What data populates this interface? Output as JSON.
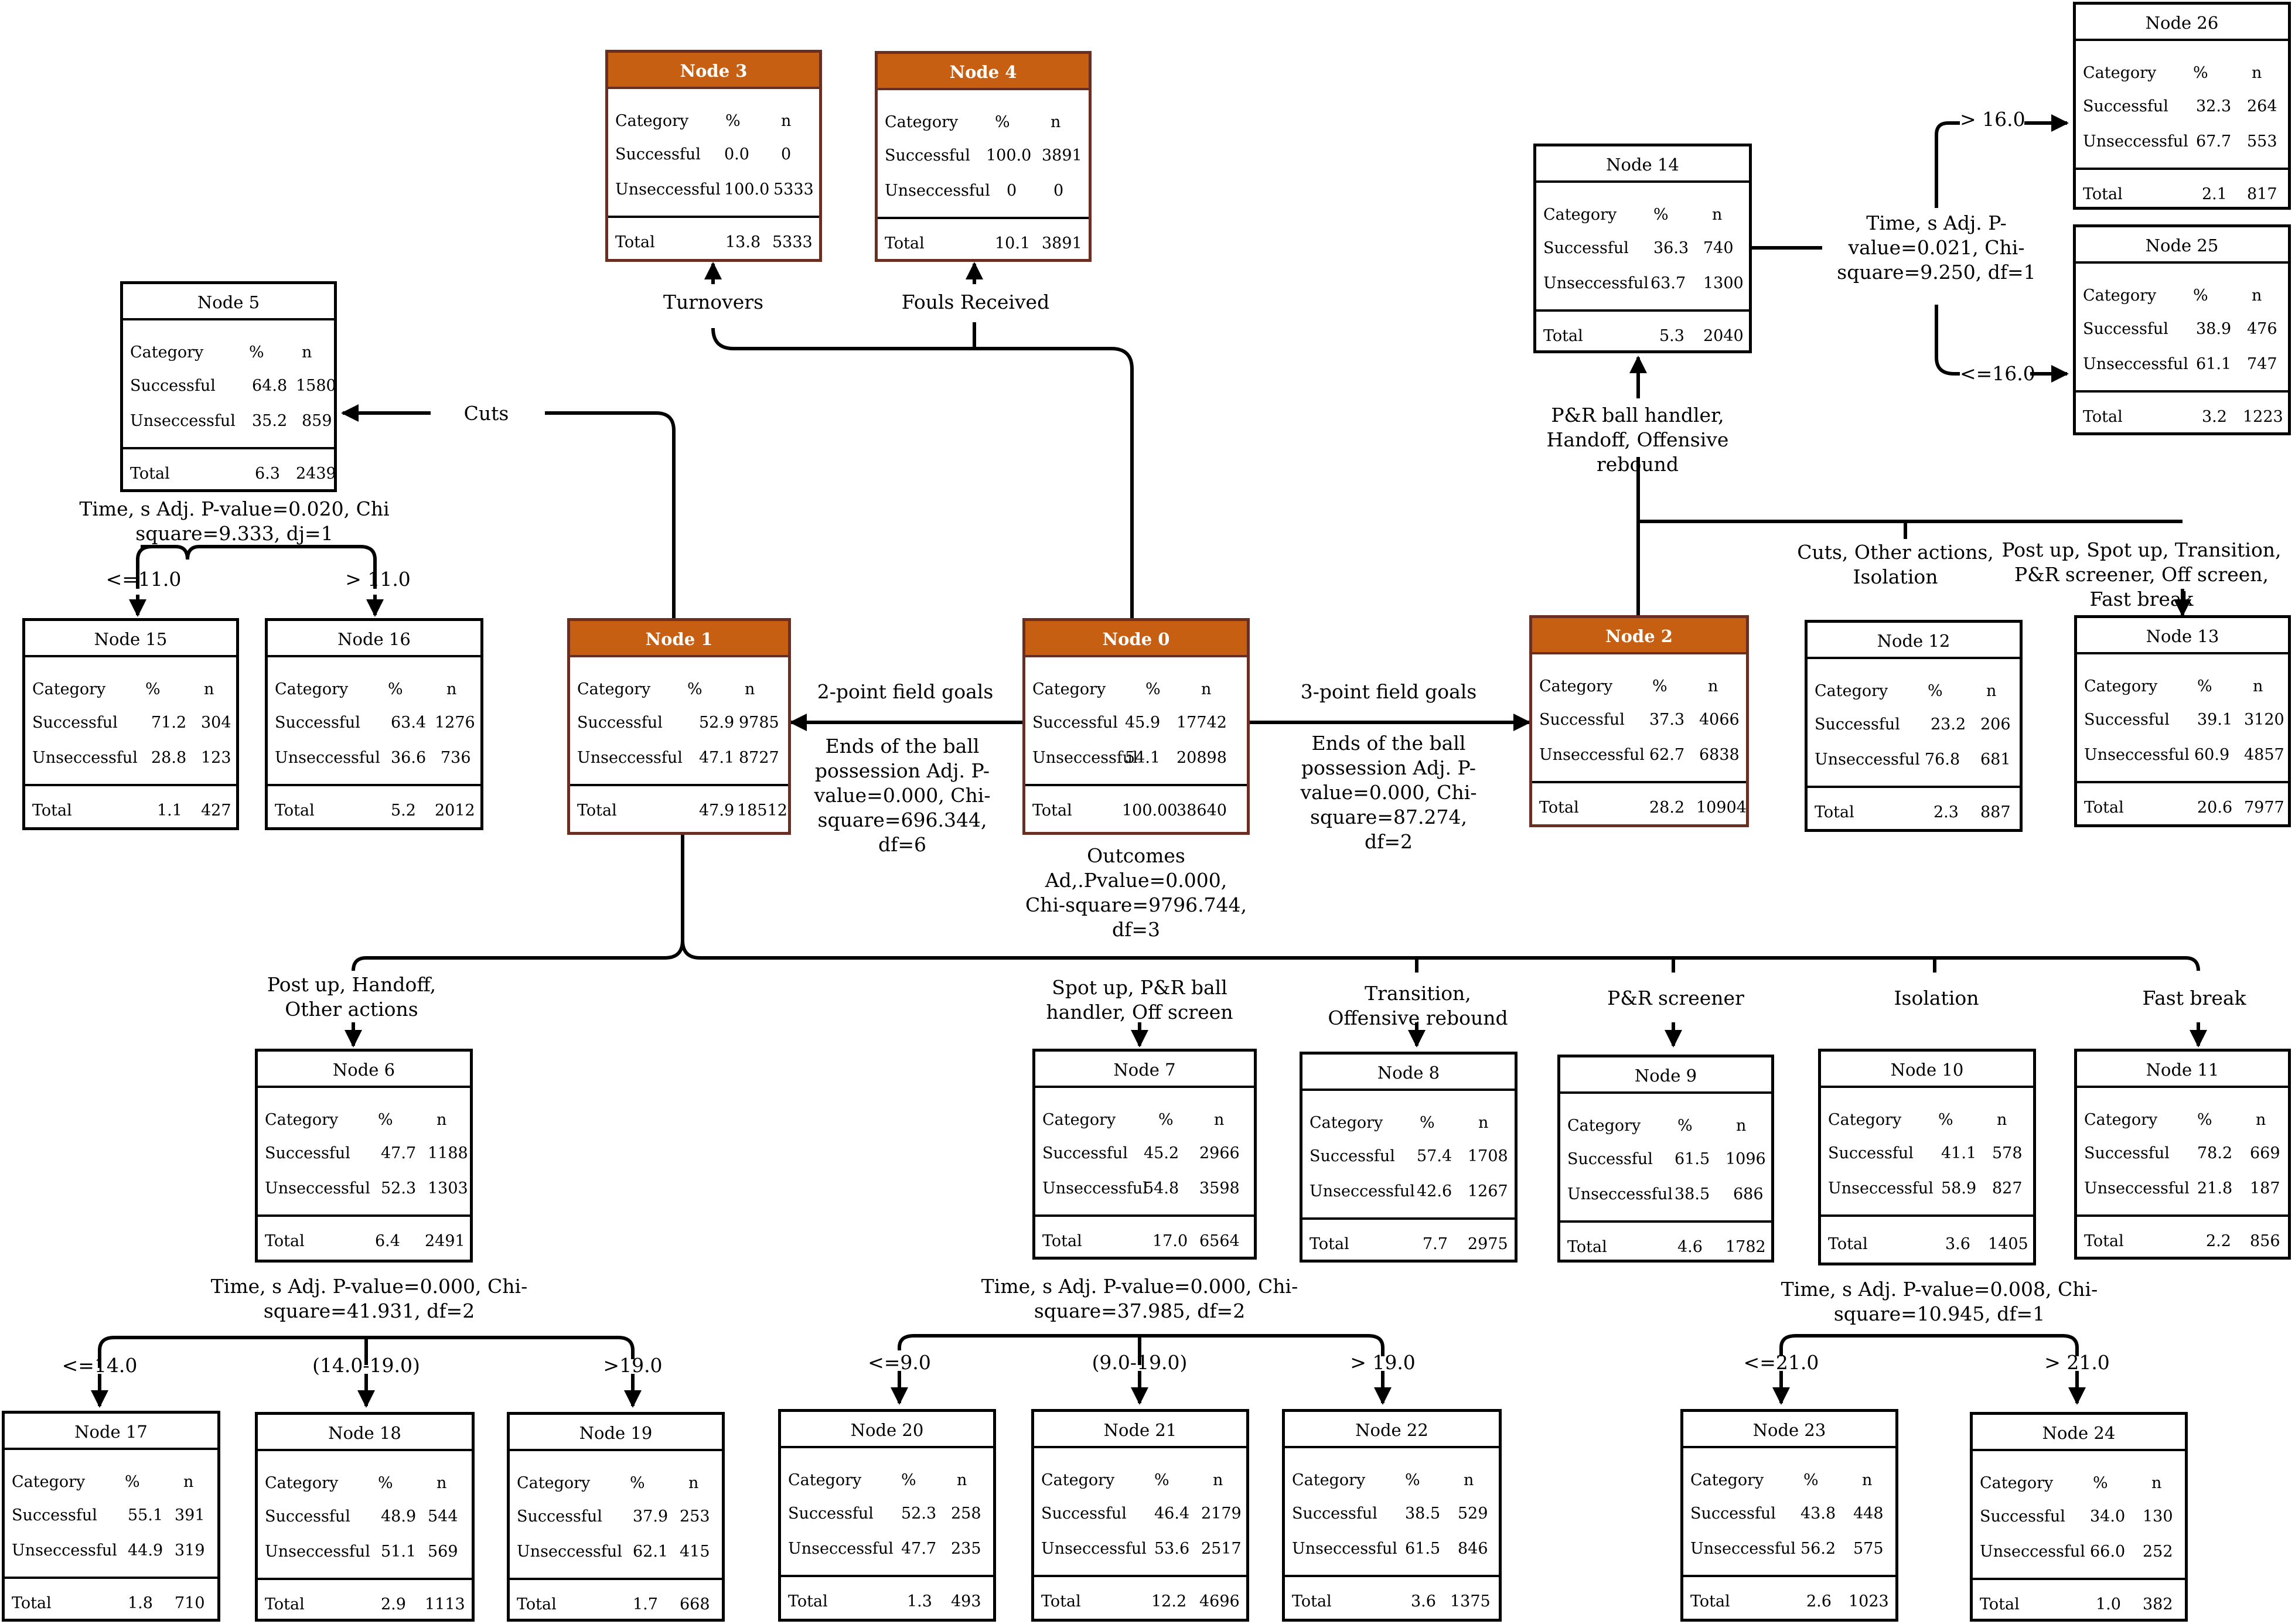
{
  "root_split": {
    "title": "Outcomes",
    "stat": "Ad,.Pvalue=0.000, Chi-square=9796.744, df=3"
  },
  "labels": {
    "turnovers": "Turnovers",
    "fouls_received": "Fouls Received",
    "two_point": "2-point field goals",
    "three_point": "3-point field goals",
    "node1_split": "Ends of the ball possession Adj. P-value=0.000, Chi-square=696.344, df=6",
    "node2_split": "Ends of the ball possession Adj. P-value=0.000, Chi-square=87.274, df=2",
    "cuts": "Cuts",
    "node5_split": "Time, s Adj. P-value=0.020, Chi square=9.333, dj=1",
    "n5_le": "<=11.0",
    "n5_gt": "> 11.0",
    "post_up_group": "Post up, Handoff, Other actions",
    "spot_up_group": "Spot up, P&R ball handler, Off screen",
    "transition_group": "Transition, Offensive rebound",
    "pr_screener": "P&R screener",
    "isolation": "Isolation",
    "fast_break": "Fast break",
    "node6_split": "Time, s Adj. P-value=0.000, Chi-square=41.931, df=2",
    "n6_a": "<=14.0",
    "n6_b": "(14.0-19.0)",
    "n6_c": ">19.0",
    "node7_split": "Time, s Adj. P-value=0.000, Chi-square=37.985, df=2",
    "n7_a": "<=9.0",
    "n7_b": "(9.0-19.0)",
    "n7_c": "> 19.0",
    "node10_split": "Time, s Adj. P-value=0.008, Chi-square=10.945, df=1",
    "n10_a": "<=21.0",
    "n10_b": "> 21.0",
    "node2_group_a": "P&R ball handler, Handoff, Offensive rebound",
    "node2_group_b": "Cuts, Other actions, Isolation",
    "node2_group_c": "Post up, Spot up, Transition, P&R screener, Off screen, Fast break",
    "node14_split": "Time, s Adj. P-value=0.021, Chi-square=9.250, df=1",
    "n14_gt": "> 16.0",
    "n14_le": "<=16.0"
  },
  "table_header": {
    "category": "Category",
    "pct": "%",
    "n": "n"
  },
  "row_labels": {
    "successful": "Successful",
    "unsuccessful": "Unseccessful",
    "total": "Total"
  },
  "nodes": {
    "n0": {
      "title": "Node 0",
      "succ_pct": "45.9",
      "succ_n": "17742",
      "uns_pct": "54.1",
      "uns_n": "20898",
      "tot_pct": "100.00",
      "tot_n": "38640"
    },
    "n1": {
      "title": "Node 1",
      "succ_pct": "52.9",
      "succ_n": "9785",
      "uns_pct": "47.1",
      "uns_n": "8727",
      "tot_pct": "47.9",
      "tot_n": "18512"
    },
    "n2": {
      "title": "Node 2",
      "succ_pct": "37.3",
      "succ_n": "4066",
      "uns_pct": "62.7",
      "uns_n": "6838",
      "tot_pct": "28.2",
      "tot_n": "10904"
    },
    "n3": {
      "title": "Node 3",
      "succ_pct": "0.0",
      "succ_n": "0",
      "uns_pct": "100.0",
      "uns_n": "5333",
      "tot_pct": "13.8",
      "tot_n": "5333"
    },
    "n4": {
      "title": "Node 4",
      "succ_pct": "100.0",
      "succ_n": "3891",
      "uns_pct": "0",
      "uns_n": "0",
      "tot_pct": "10.1",
      "tot_n": "3891"
    },
    "n5": {
      "title": "Node 5",
      "succ_pct": "64.8",
      "succ_n": "1580",
      "uns_pct": "35.2",
      "uns_n": "859",
      "tot_pct": "6.3",
      "tot_n": "2439"
    },
    "n6": {
      "title": "Node 6",
      "succ_pct": "47.7",
      "succ_n": "1188",
      "uns_pct": "52.3",
      "uns_n": "1303",
      "tot_pct": "6.4",
      "tot_n": "2491"
    },
    "n7": {
      "title": "Node 7",
      "succ_pct": "45.2",
      "succ_n": "2966",
      "uns_pct": "54.8",
      "uns_n": "3598",
      "tot_pct": "17.0",
      "tot_n": "6564"
    },
    "n8": {
      "title": "Node 8",
      "succ_pct": "57.4",
      "succ_n": "1708",
      "uns_pct": "42.6",
      "uns_n": "1267",
      "tot_pct": "7.7",
      "tot_n": "2975"
    },
    "n9": {
      "title": "Node 9",
      "succ_pct": "61.5",
      "succ_n": "1096",
      "uns_pct": "38.5",
      "uns_n": "686",
      "tot_pct": "4.6",
      "tot_n": "1782"
    },
    "n10": {
      "title": "Node 10",
      "succ_pct": "41.1",
      "succ_n": "578",
      "uns_pct": "58.9",
      "uns_n": "827",
      "tot_pct": "3.6",
      "tot_n": "1405"
    },
    "n11": {
      "title": "Node 11",
      "succ_pct": "78.2",
      "succ_n": "669",
      "uns_pct": "21.8",
      "uns_n": "187",
      "tot_pct": "2.2",
      "tot_n": "856"
    },
    "n12": {
      "title": "Node 12",
      "succ_pct": "23.2",
      "succ_n": "206",
      "uns_pct": "76.8",
      "uns_n": "681",
      "tot_pct": "2.3",
      "tot_n": "887"
    },
    "n13": {
      "title": "Node 13",
      "succ_pct": "39.1",
      "succ_n": "3120",
      "uns_pct": "60.9",
      "uns_n": "4857",
      "tot_pct": "20.6",
      "tot_n": "7977"
    },
    "n14": {
      "title": "Node 14",
      "succ_pct": "36.3",
      "succ_n": "740",
      "uns_pct": "63.7",
      "uns_n": "1300",
      "tot_pct": "5.3",
      "tot_n": "2040"
    },
    "n15": {
      "title": "Node 15",
      "succ_pct": "71.2",
      "succ_n": "304",
      "uns_pct": "28.8",
      "uns_n": "123",
      "tot_pct": "1.1",
      "tot_n": "427"
    },
    "n16": {
      "title": "Node 16",
      "succ_pct": "63.4",
      "succ_n": "1276",
      "uns_pct": "36.6",
      "uns_n": "736",
      "tot_pct": "5.2",
      "tot_n": "2012"
    },
    "n17": {
      "title": "Node 17",
      "succ_pct": "55.1",
      "succ_n": "391",
      "uns_pct": "44.9",
      "uns_n": "319",
      "tot_pct": "1.8",
      "tot_n": "710"
    },
    "n18": {
      "title": "Node 18",
      "succ_pct": "48.9",
      "succ_n": "544",
      "uns_pct": "51.1",
      "uns_n": "569",
      "tot_pct": "2.9",
      "tot_n": "1113"
    },
    "n19": {
      "title": "Node 19",
      "succ_pct": "37.9",
      "succ_n": "253",
      "uns_pct": "62.1",
      "uns_n": "415",
      "tot_pct": "1.7",
      "tot_n": "668"
    },
    "n20": {
      "title": "Node 20",
      "succ_pct": "52.3",
      "succ_n": "258",
      "uns_pct": "47.7",
      "uns_n": "235",
      "tot_pct": "1.3",
      "tot_n": "493"
    },
    "n21": {
      "title": "Node 21",
      "succ_pct": "46.4",
      "succ_n": "2179",
      "uns_pct": "53.6",
      "uns_n": "2517",
      "tot_pct": "12.2",
      "tot_n": "4696"
    },
    "n22": {
      "title": "Node 22",
      "succ_pct": "38.5",
      "succ_n": "529",
      "uns_pct": "61.5",
      "uns_n": "846",
      "tot_pct": "3.6",
      "tot_n": "1375"
    },
    "n23": {
      "title": "Node 23",
      "succ_pct": "43.8",
      "succ_n": "448",
      "uns_pct": "56.2",
      "uns_n": "575",
      "tot_pct": "2.6",
      "tot_n": "1023"
    },
    "n24": {
      "title": "Node 24",
      "succ_pct": "34.0",
      "succ_n": "130",
      "uns_pct": "66.0",
      "uns_n": "252",
      "tot_pct": "1.0",
      "tot_n": "382"
    },
    "n25": {
      "title": "Node 25",
      "succ_pct": "38.9",
      "succ_n": "476",
      "uns_pct": "61.1",
      "uns_n": "747",
      "tot_pct": "3.2",
      "tot_n": "1223"
    },
    "n26": {
      "title": "Node 26",
      "succ_pct": "32.3",
      "succ_n": "264",
      "uns_pct": "67.7",
      "uns_n": "553",
      "tot_pct": "2.1",
      "tot_n": "817"
    }
  },
  "colors": {
    "highlight_fill": "#c75f12",
    "highlight_border": "#6b2f22",
    "line": "#000000"
  }
}
